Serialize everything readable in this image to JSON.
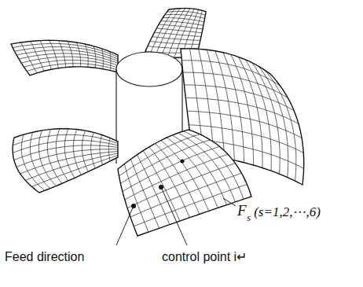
{
  "diagram": {
    "labels": [
      "F",
      "s",
      "(s=1,2,⋯,6)",
      "Feed direction",
      "control point i↵"
    ]
  }
}
